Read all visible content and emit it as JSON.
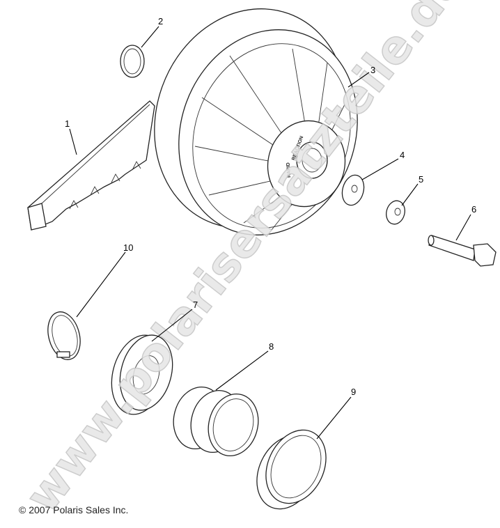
{
  "diagram": {
    "callouts": [
      "1",
      "2",
      "3",
      "4",
      "5",
      "6",
      "7",
      "8",
      "9",
      "10"
    ],
    "hub_text": {
      "line1": "REACTION",
      "line2": "RAPID"
    }
  },
  "watermark": "www.polarisersatzteile.de",
  "copyright": "© 2007 Polaris Sales Inc."
}
